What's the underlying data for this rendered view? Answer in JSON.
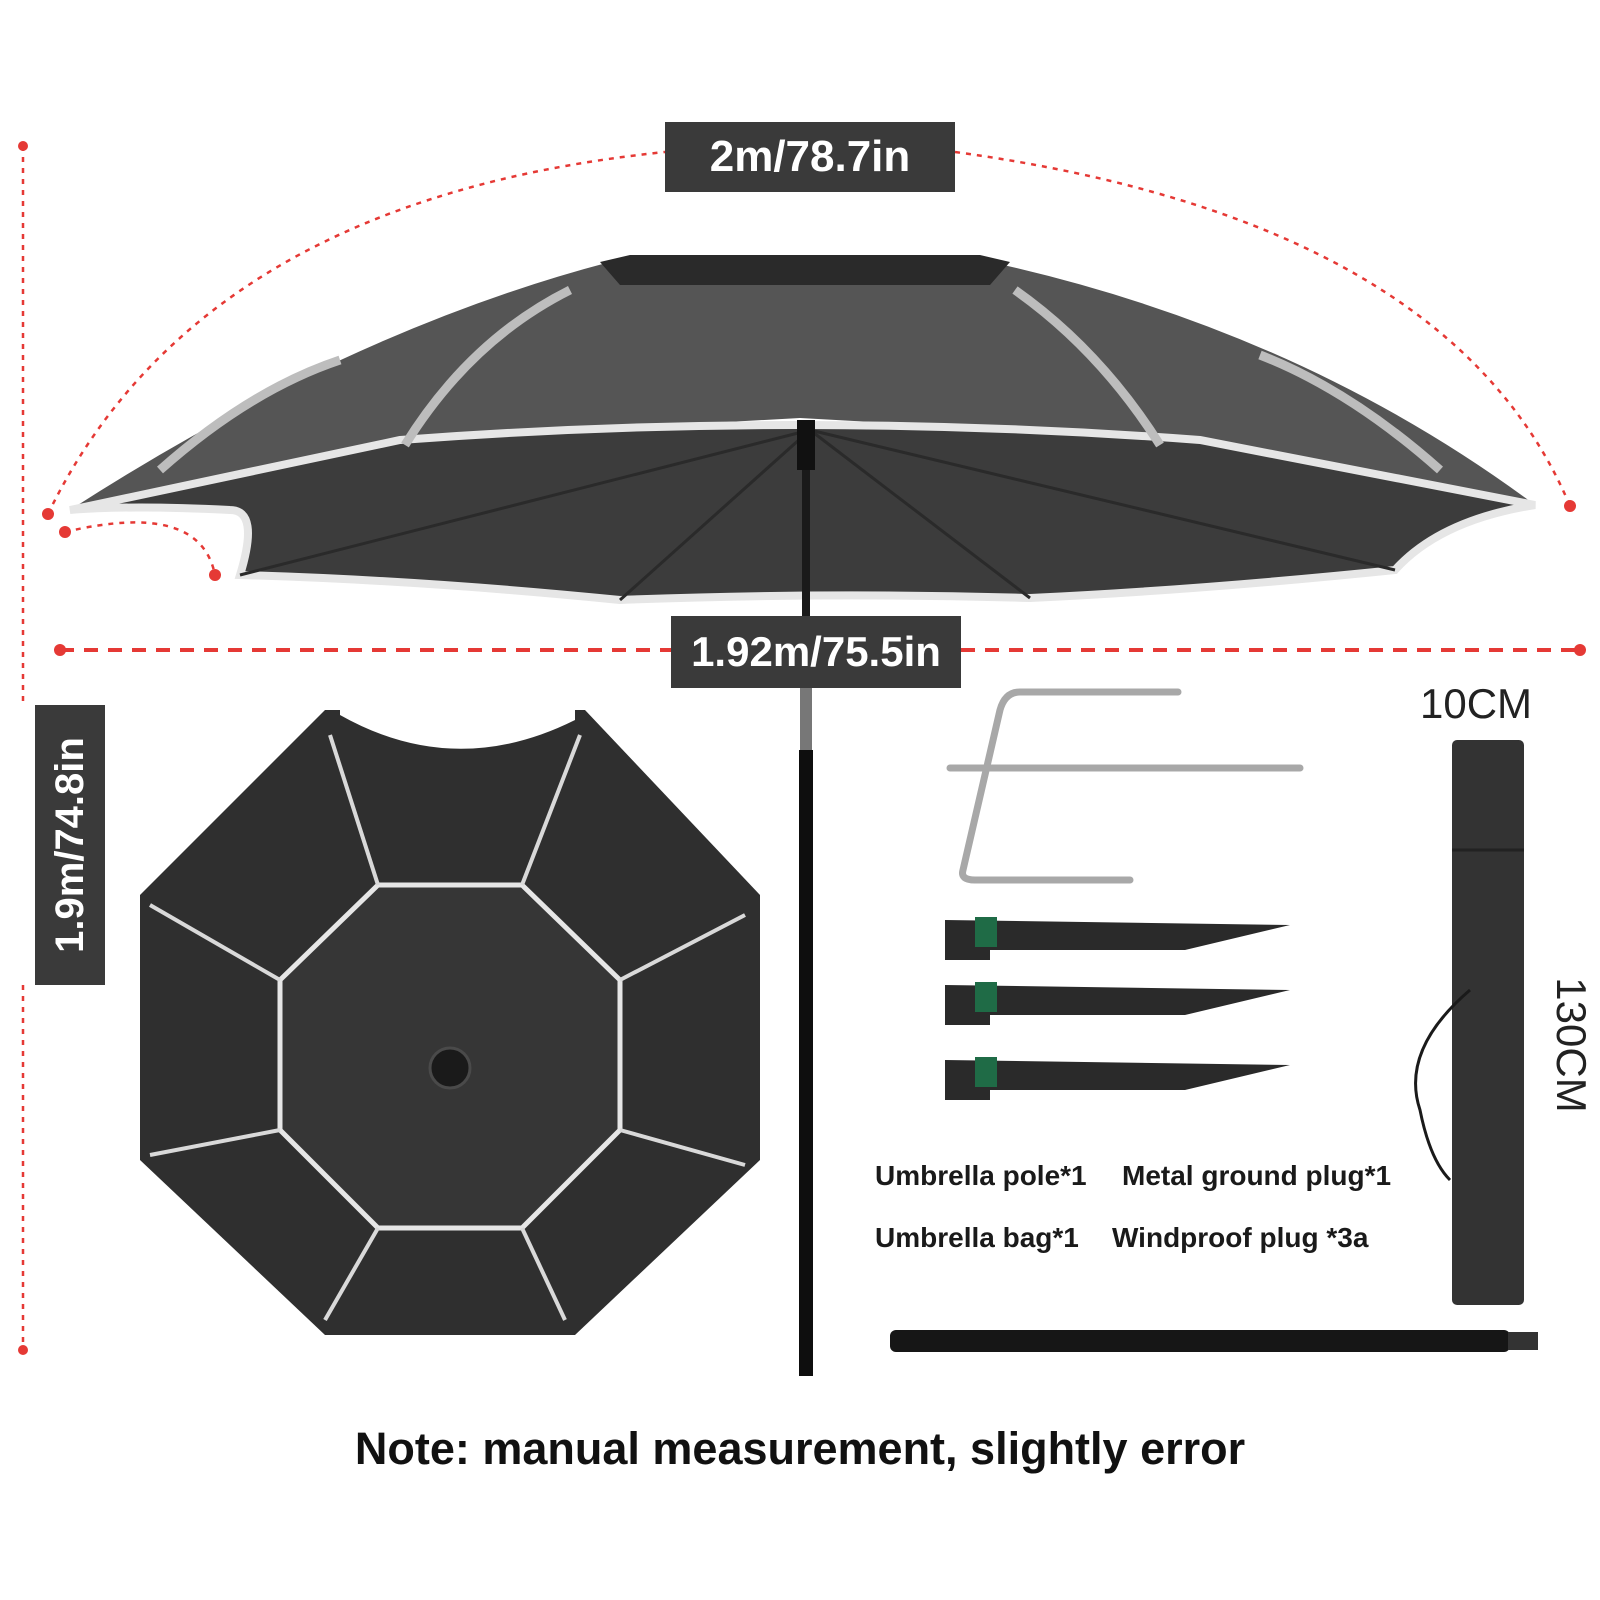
{
  "dimensions": {
    "canopy_arc": "2m/78.7in",
    "canopy_span": "1.92m/75.5in",
    "total_height": "1.9m/74.8in"
  },
  "bag": {
    "width": "10CM",
    "height": "130CM"
  },
  "contents": [
    "Umbrella pole*1",
    "Metal ground plug*1",
    "Umbrella bag*1",
    "Windproof plug *3a"
  ],
  "note": "Note: manual measurement, slightly error",
  "colors": {
    "canopy": "#3c3c3c",
    "canopy_top": "#555555",
    "trim": "#e6e6e6",
    "label_bg": "#3a3a3a",
    "measure_line": "#e53935",
    "plug_band": "#1f6b46"
  }
}
